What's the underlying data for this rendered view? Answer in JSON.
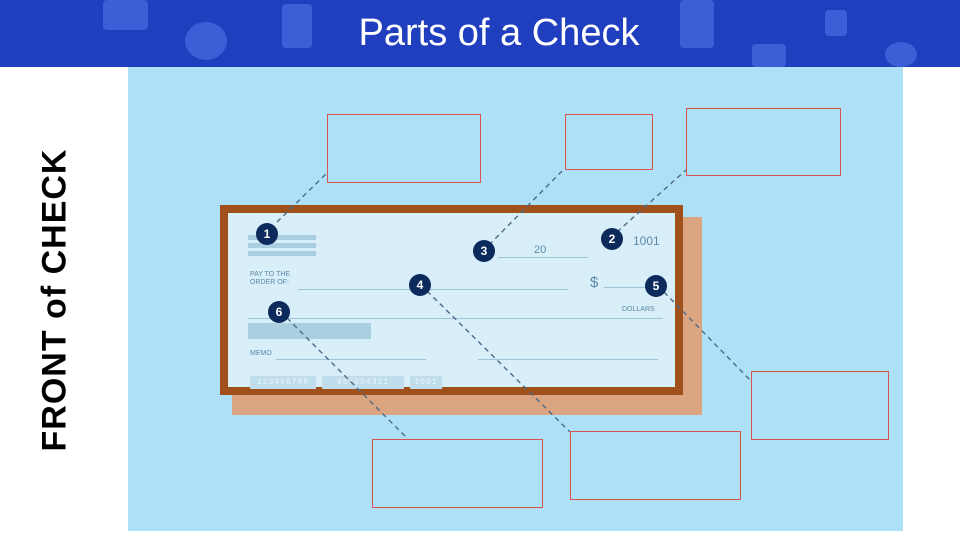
{
  "slide": {
    "title": "Parts of a Check",
    "side_label": "FRONT of CHECK"
  },
  "check": {
    "pay_to_line1": "PAY TO THE",
    "pay_to_line2": "ORDER OF:",
    "date_prefix": "20",
    "check_number": "1001",
    "dollar_sign": "$",
    "dollars_label": "DOLLARS",
    "memo_label": "MEMO",
    "routing_number": "123456789",
    "account_number": "987654321",
    "micr_check_number": "1001"
  },
  "callouts": [
    "1",
    "2",
    "3",
    "4",
    "5",
    "6"
  ],
  "colors": {
    "header": "#1f3fbf",
    "panel": "#aee0f8",
    "check_border": "#a0501a",
    "badge": "#0d2a5c",
    "box_border": "#d9534f"
  }
}
